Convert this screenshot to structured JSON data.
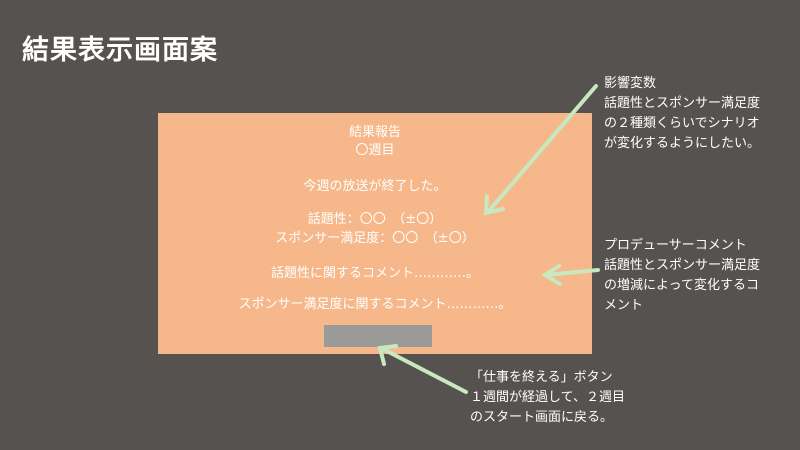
{
  "page": {
    "title": "結果表示画面案"
  },
  "panel": {
    "heading": "結果報告",
    "week": "〇週目",
    "broadcast_message": "今週の放送が終了した。",
    "topicality_line": "話題性：〇〇　（±〇）",
    "sponsor_line": "スポンサー満足度：〇〇　（±〇）",
    "topicality_comment": "話題性に関するコメント…………。",
    "sponsor_comment": "スポンサー満足度に関するコメント…………。"
  },
  "notes": {
    "variables": [
      "影響変数",
      "話題性とスポンサー満足度",
      "の２種類くらいでシナリオ",
      "が変化するようにしたい。"
    ],
    "producer": [
      "プロデューサーコメント",
      "話題性とスポンサー満足度",
      "の増減によって変化するコ",
      "メント"
    ],
    "button": [
      "「仕事を終える」ボタン",
      "１週間が経過して、２週目",
      "のスタート画面に戻る。"
    ]
  },
  "colors": {
    "background": "#56524f",
    "panel": "#f6b88a",
    "button": "#9a9a96",
    "arrow": "#c8e8c0"
  }
}
